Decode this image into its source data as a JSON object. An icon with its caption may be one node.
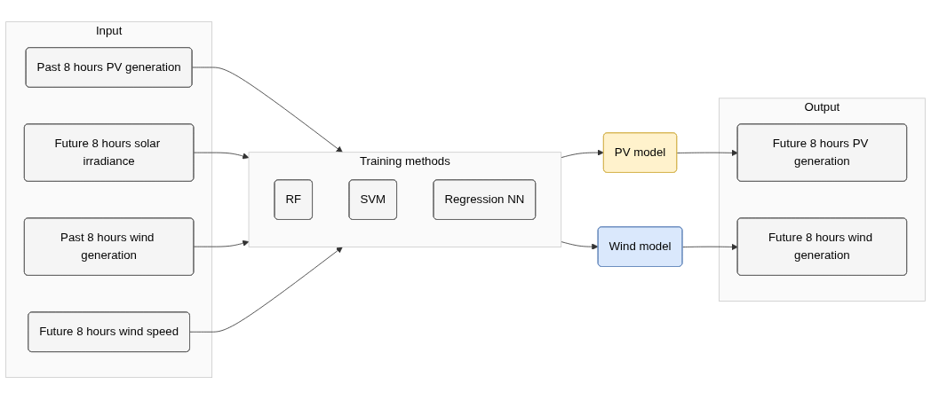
{
  "diagram": {
    "nodes": [
      {
        "text": [
          "Input"
        ]
      },
      {
        "text": [
          "Past 8 hours PV generation"
        ],
        "in": 0
      },
      {
        "text": [
          "Future 8 hours solar irradiance"
        ],
        "in": 0
      },
      {
        "text": [
          "Past 8 hours wind generation"
        ],
        "in": 0
      },
      {
        "text": [
          "Future 8 hours wind speed"
        ],
        "in": 0
      },
      {
        "text": [
          "Training methods"
        ]
      },
      {
        "text": [
          "RF"
        ],
        "in": 5
      },
      {
        "text": [
          "SVM"
        ],
        "in": 5
      },
      {
        "text": [
          "Regression NN"
        ],
        "in": 5
      },
      {
        "text": [
          "PV model"
        ]
      },
      {
        "text": [
          "Wind model"
        ]
      },
      {
        "text": [
          "Output"
        ]
      },
      {
        "text": [
          "Future 8 hours PV generation"
        ],
        "in": 11
      },
      {
        "text": [
          "Future 8 hours wind generation"
        ],
        "in": 11
      }
    ],
    "edges": [
      {
        "from": 1,
        "to": 5,
        "arrow": "to"
      },
      {
        "from": 2,
        "to": 5,
        "arrow": "to"
      },
      {
        "from": 3,
        "to": 5,
        "arrow": "to"
      },
      {
        "from": 4,
        "to": 5,
        "arrow": "to"
      },
      {
        "from": 5,
        "to": 9,
        "arrow": "to"
      },
      {
        "from": 5,
        "to": 10,
        "arrow": "to"
      },
      {
        "from": 9,
        "to": 12,
        "arrow": "to"
      },
      {
        "from": 10,
        "to": 13,
        "arrow": "to"
      }
    ]
  }
}
